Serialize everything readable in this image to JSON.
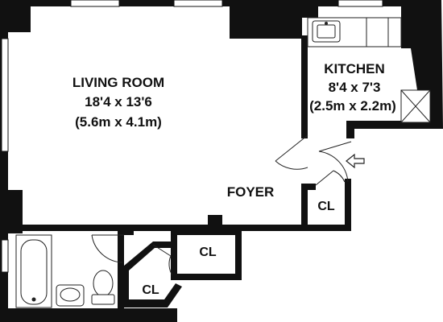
{
  "floor_plan": {
    "colors": {
      "wall": "#111111",
      "background": "#ffffff",
      "fixture_fill": "#ffffff",
      "fixture_line": "#222222"
    },
    "rooms": {
      "living_room": {
        "name": "LIVING ROOM",
        "dim_imperial": "18'4 x 13'6",
        "dim_metric": "(5.6m x 4.1m)"
      },
      "kitchen": {
        "name": "KITCHEN",
        "dim_imperial": "8'4 x 7'3",
        "dim_metric": "(2.5m x 2.2m)"
      },
      "foyer": {
        "name": "FOYER"
      },
      "closet_right": {
        "name": "CL"
      },
      "closet_center": {
        "name": "CL"
      },
      "closet_bath": {
        "name": "CL"
      }
    },
    "icons": {
      "entry": "entry-arrow-icon",
      "tub": "bathtub-icon",
      "toilet": "toilet-icon",
      "sink": "sink-icon",
      "kitchen_sink": "kitchen-sink-icon"
    }
  }
}
